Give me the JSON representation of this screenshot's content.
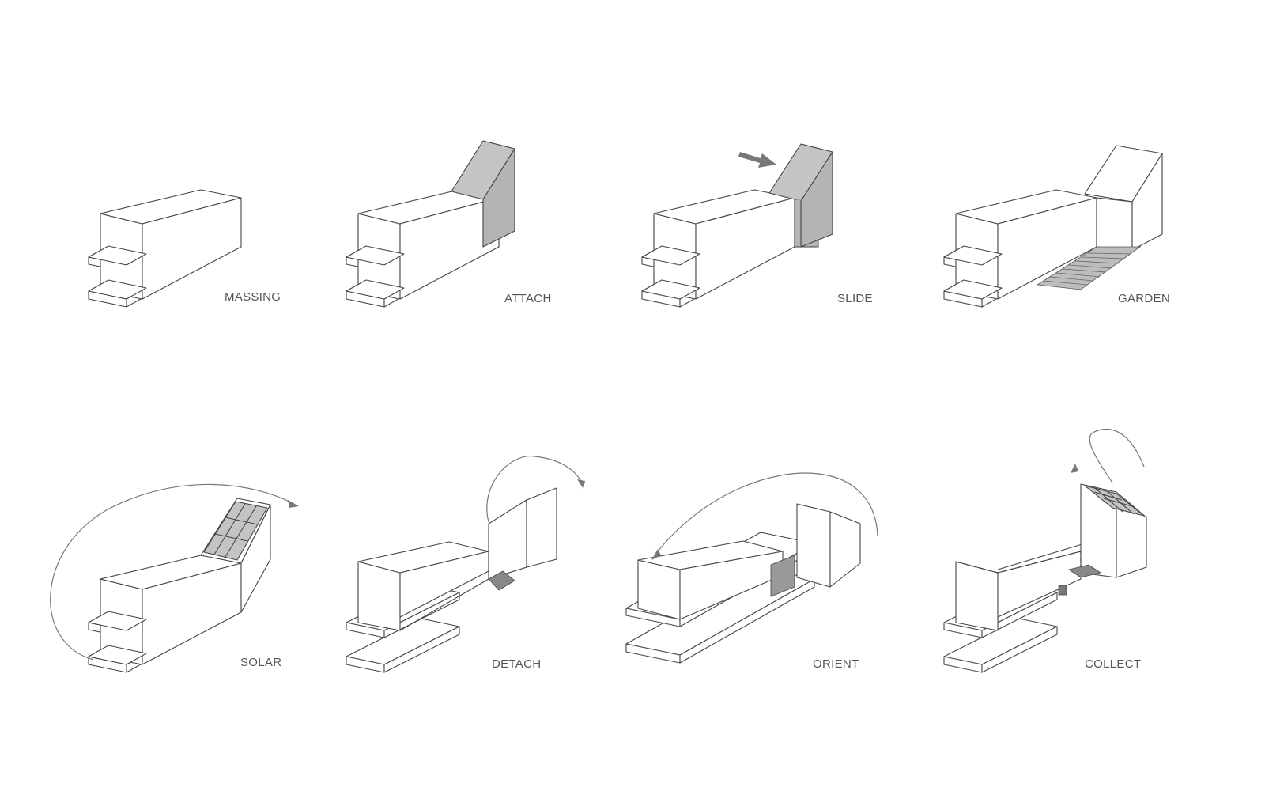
{
  "diagram": {
    "panels": [
      {
        "id": "massing",
        "label": "MASSING"
      },
      {
        "id": "attach",
        "label": "ATTACH"
      },
      {
        "id": "slide",
        "label": "SLIDE"
      },
      {
        "id": "garden",
        "label": "GARDEN"
      },
      {
        "id": "solar",
        "label": "SOLAR"
      },
      {
        "id": "detach",
        "label": "DETACH"
      },
      {
        "id": "orient",
        "label": "ORIENT"
      },
      {
        "id": "collect",
        "label": "COLLECT"
      }
    ],
    "colors": {
      "line": "#444444",
      "fill_shaded": "#c4c4c4",
      "arrow": "#777777",
      "label": "#555555",
      "background": "#ffffff"
    }
  }
}
